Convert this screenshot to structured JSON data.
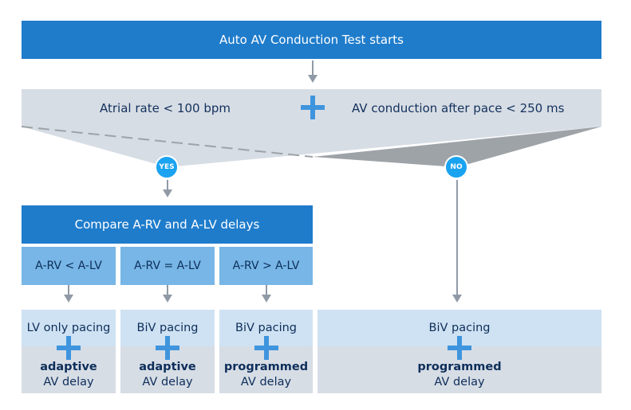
{
  "header": {
    "title": "Auto AV Conduction Test starts"
  },
  "conditions": {
    "left": "Atrial rate < 100 bpm",
    "right": "AV conduction after pace < 250 ms"
  },
  "badges": {
    "yes": "YES",
    "no": "NO"
  },
  "compare": {
    "title": "Compare A-RV and A-LV delays"
  },
  "subcases": [
    "A-RV < A-LV",
    "A-RV = A-LV",
    "A-RV > A-LV"
  ],
  "outcomes": [
    {
      "pacing": "LV only pacing",
      "mode": "adaptive",
      "delay": "AV delay"
    },
    {
      "pacing": "BiV pacing",
      "mode": "adaptive",
      "delay": "AV delay"
    },
    {
      "pacing": "BiV pacing",
      "mode": "programmed",
      "delay": "AV delay"
    },
    {
      "pacing": "BiV pacing",
      "mode": "programmed",
      "delay": "AV delay"
    }
  ],
  "colors": {
    "banner": "#1f7ccb",
    "sub_box": "#77b6e6",
    "light_box": "#cfe2f3",
    "gray_box": "#d7dde5",
    "badge": "#1aa3f0",
    "plus": "#3f95dd"
  }
}
